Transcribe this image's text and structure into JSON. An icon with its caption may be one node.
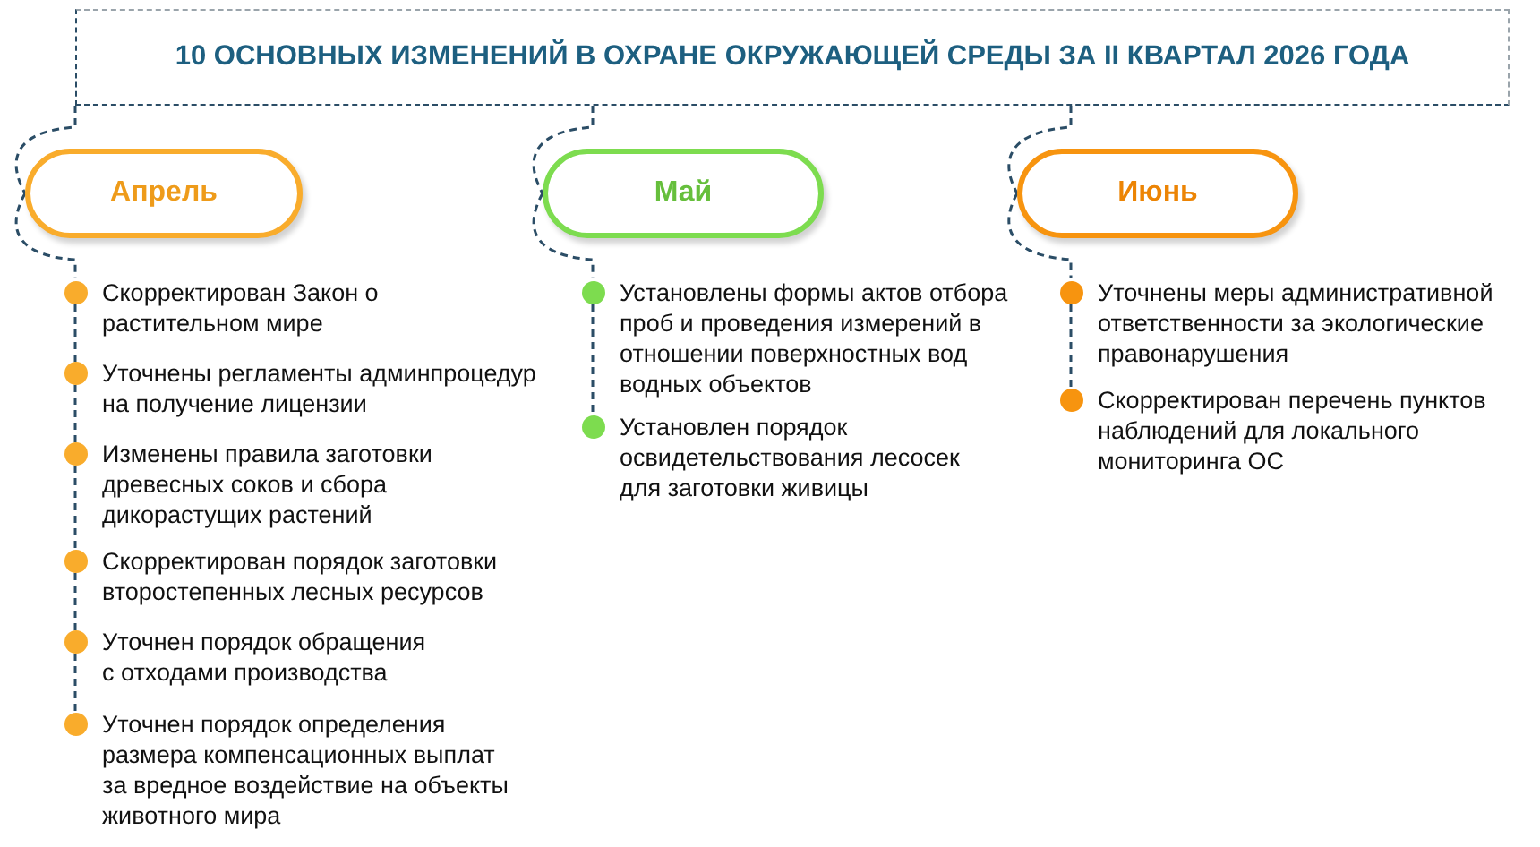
{
  "diagram": {
    "nodes": [
      {
        "text": [
          "10 ОСНОВНЫХ ИЗМЕНЕНИЙ В ОХРАНЕ ОКРУЖАЮЩЕЙ СРЕДЫ ЗА II КВАРТАЛ 2026 ГОДА"
        ]
      },
      {
        "text": [
          "Апрель"
        ]
      },
      {
        "text": [
          "Скорректирован Закон о растительном мире"
        ]
      },
      {
        "text": [
          "Уточнены регламенты админпроцедур на получение лицензии"
        ]
      },
      {
        "text": [
          "Изменены правила заготовки древесных соков и сбора дикорастущих растений"
        ]
      },
      {
        "text": [
          "Скорректирован порядок заготовки второстепенных лесных ресурсов"
        ]
      },
      {
        "text": [
          "Уточнен порядок обращения с отходами производства"
        ]
      },
      {
        "text": [
          "Уточнен порядок определения размера компенсационных выплат за вредное воздействие на объекты животного мира"
        ]
      },
      {
        "text": [
          "Май"
        ]
      },
      {
        "text": [
          "Установлены формы актов отбора проб и проведения измерений в отношении поверхностных вод водных объектов"
        ]
      },
      {
        "text": [
          "Установлен порядок освидетельствования лесосек для заготовки живицы"
        ]
      },
      {
        "text": [
          "Июнь"
        ]
      },
      {
        "text": [
          "Уточнены меры административной ответственности за экологические правонарушения"
        ]
      },
      {
        "text": [
          "Скорректирован перечень пунктов наблюдений для локального мониторинга ОС"
        ]
      }
    ],
    "edges": [
      {
        "from": 0,
        "to": 1,
        "arrow": "none",
        "style": "dashed"
      },
      {
        "from": 0,
        "to": 8,
        "arrow": "none",
        "style": "dashed"
      },
      {
        "from": 0,
        "to": 11,
        "arrow": "none",
        "style": "dashed"
      },
      {
        "from": 1,
        "to": 2,
        "arrow": "none",
        "style": "dashed"
      },
      {
        "from": 2,
        "to": 3,
        "arrow": "none",
        "style": "dashed"
      },
      {
        "from": 3,
        "to": 4,
        "arrow": "none",
        "style": "dashed"
      },
      {
        "from": 4,
        "to": 5,
        "arrow": "none",
        "style": "dashed"
      },
      {
        "from": 5,
        "to": 6,
        "arrow": "none",
        "style": "dashed"
      },
      {
        "from": 6,
        "to": 7,
        "arrow": "none",
        "style": "dashed"
      },
      {
        "from": 8,
        "to": 9,
        "arrow": "none",
        "style": "dashed"
      },
      {
        "from": 9,
        "to": 10,
        "arrow": "none",
        "style": "dashed"
      },
      {
        "from": 11,
        "to": 12,
        "arrow": "none",
        "style": "dashed"
      },
      {
        "from": 12,
        "to": 13,
        "arrow": "none",
        "style": "dashed"
      }
    ]
  }
}
